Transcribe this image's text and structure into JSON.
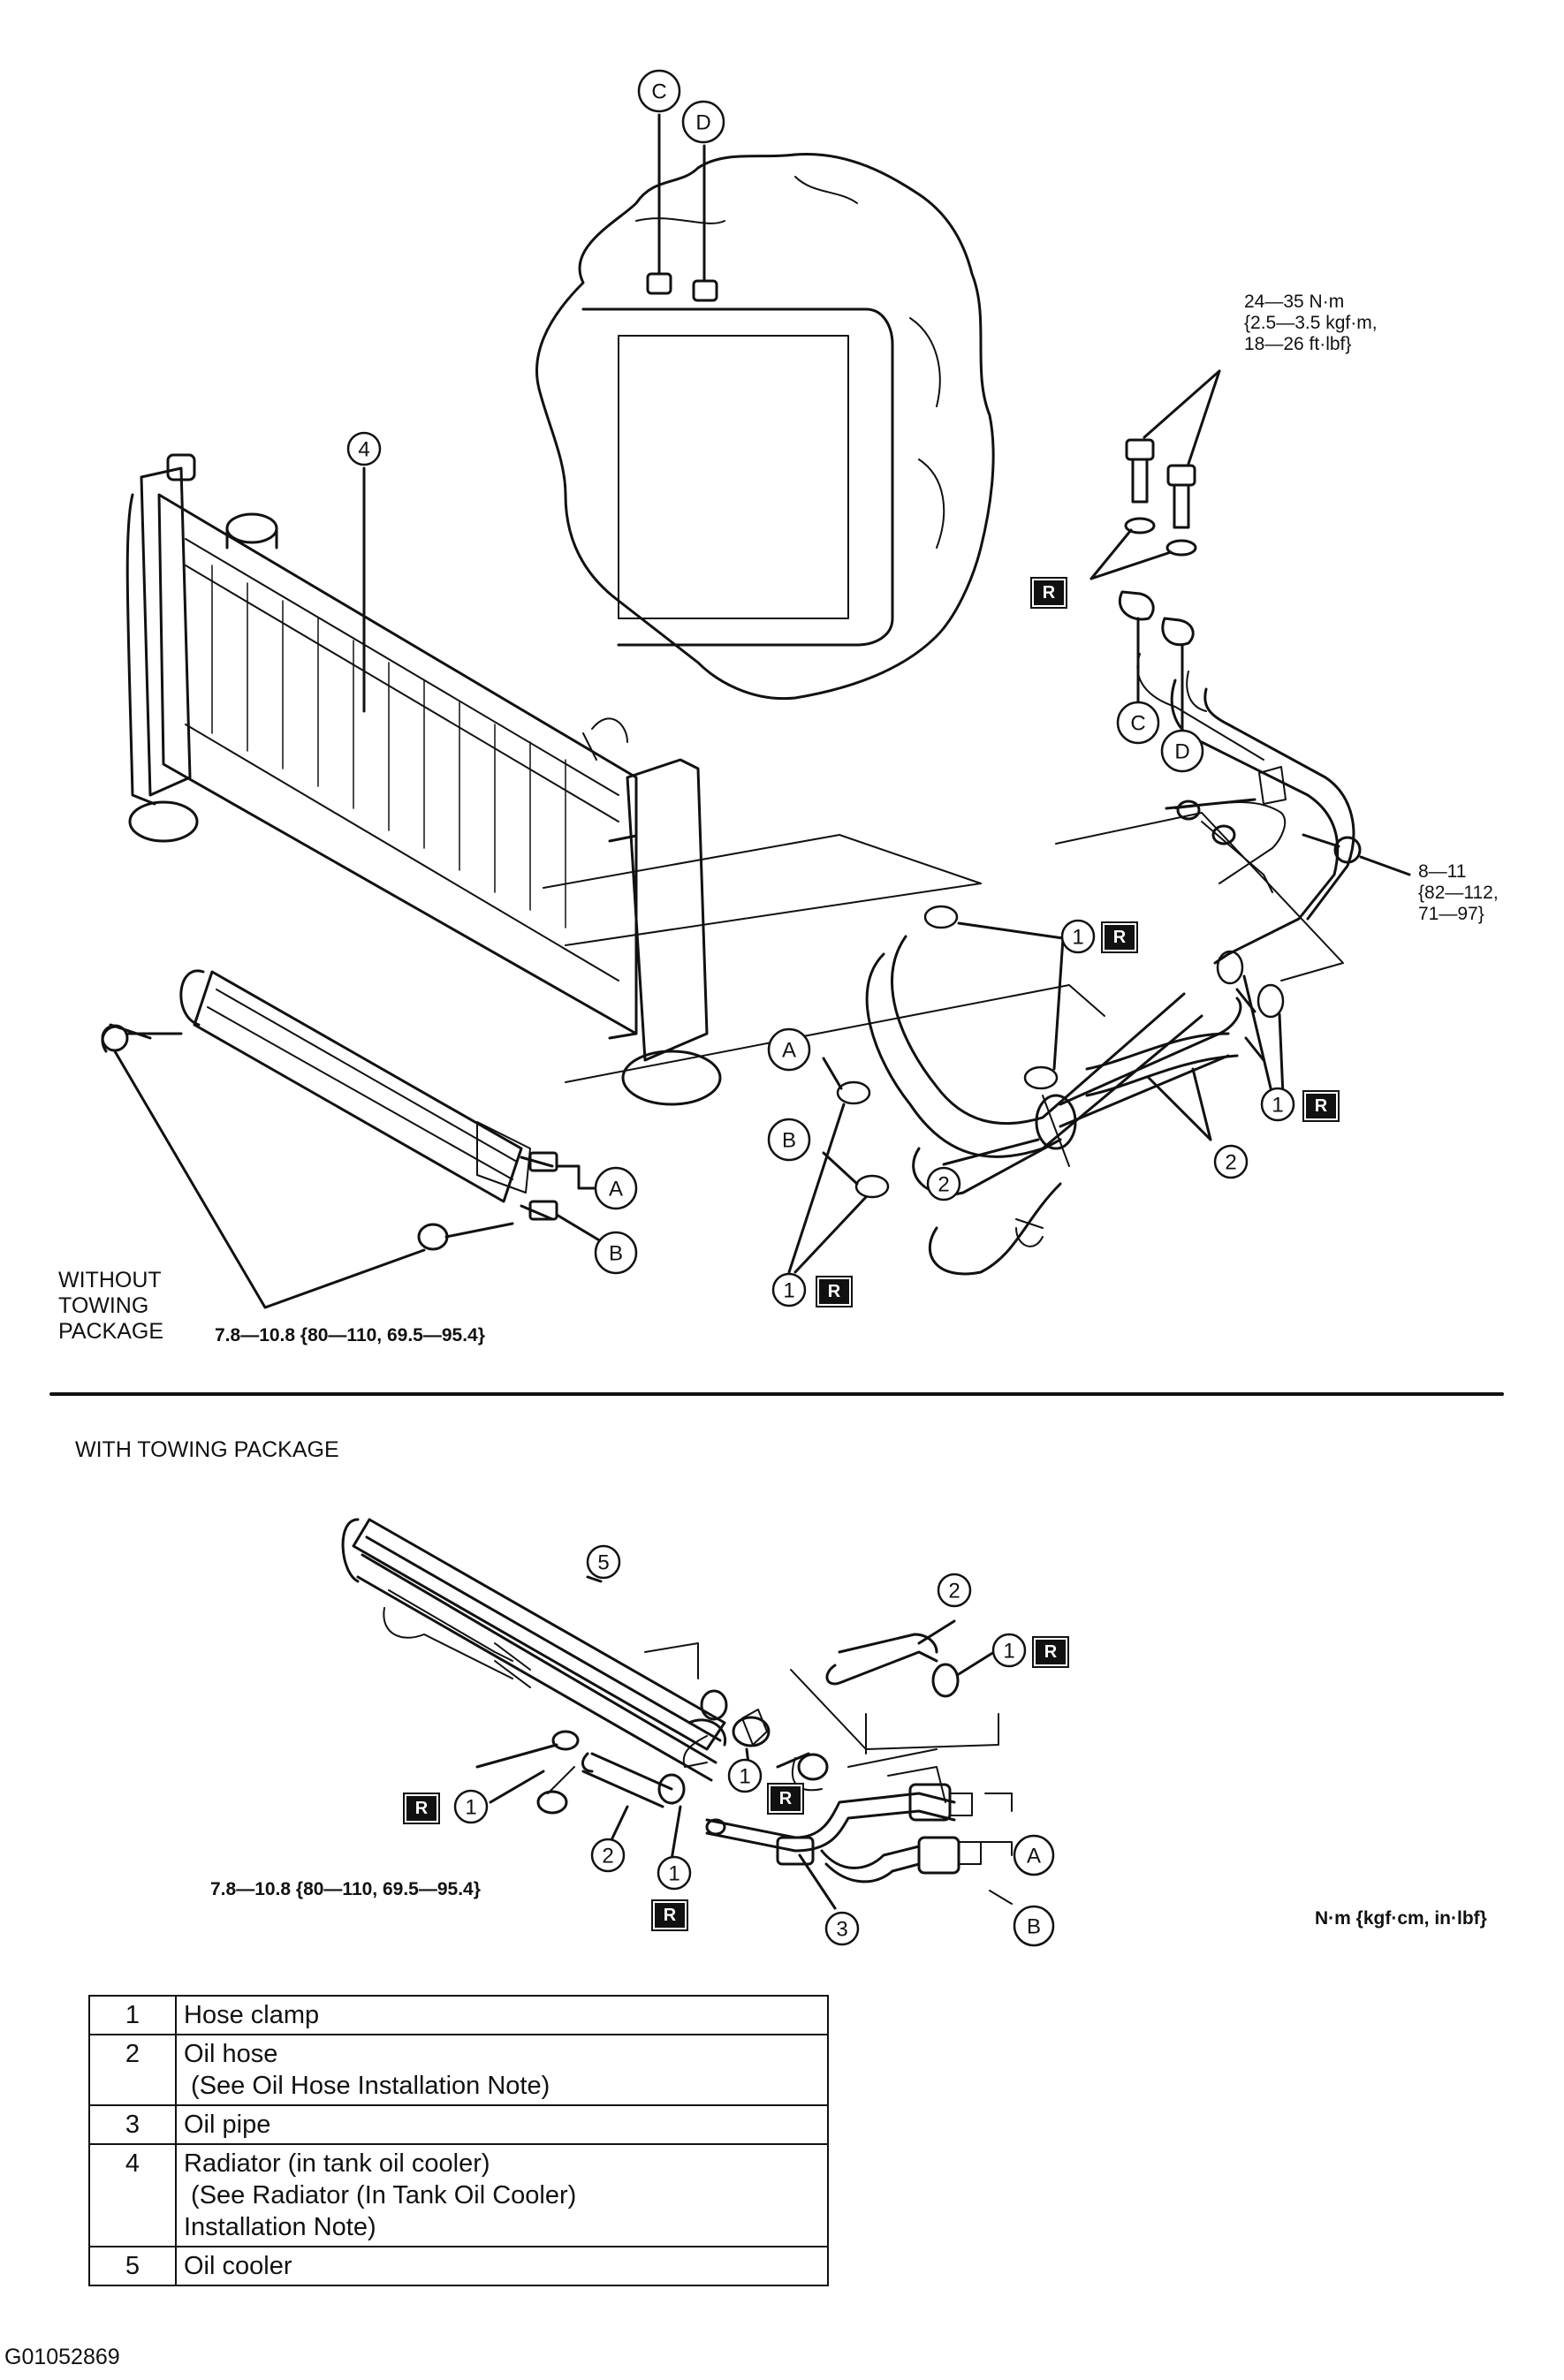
{
  "top_section": {
    "torque_upper": [
      "24—35 N·m",
      "{2.5—3.5 kgf·m,",
      "18—26 ft·lbf}"
    ],
    "torque_right": [
      "8—11",
      "{82—112,",
      "71—97}"
    ],
    "torque_lower": "7.8—10.8 {80—110, 69.5—95.4}",
    "variant_label": [
      "WITHOUT",
      "TOWING",
      "PACKAGE"
    ]
  },
  "bottom_section": {
    "variant_label": "WITH TOWING PACKAGE",
    "torque_lower": "7.8—10.8 {80—110, 69.5—95.4}",
    "units": "N·m {kgf·cm, in·lbf}"
  },
  "callouts": {
    "hose_clamp": "1",
    "oil_hose": "2",
    "oil_pipe": "3",
    "radiator": "4",
    "oil_cooler": "5",
    "A": "A",
    "B": "B",
    "C": "C",
    "D": "D",
    "replace": "R"
  },
  "legend": [
    {
      "num": "1",
      "lines": [
        "Hose clamp"
      ]
    },
    {
      "num": "2",
      "lines": [
        "Oil hose",
        " (See Oil Hose Installation Note)"
      ]
    },
    {
      "num": "3",
      "lines": [
        "Oil pipe"
      ]
    },
    {
      "num": "4",
      "lines": [
        "Radiator (in tank oil cooler)",
        " (See Radiator (In Tank Oil Cooler)",
        "Installation Note)"
      ]
    },
    {
      "num": "5",
      "lines": [
        "Oil cooler"
      ]
    }
  ],
  "figure_id": "G01052869"
}
